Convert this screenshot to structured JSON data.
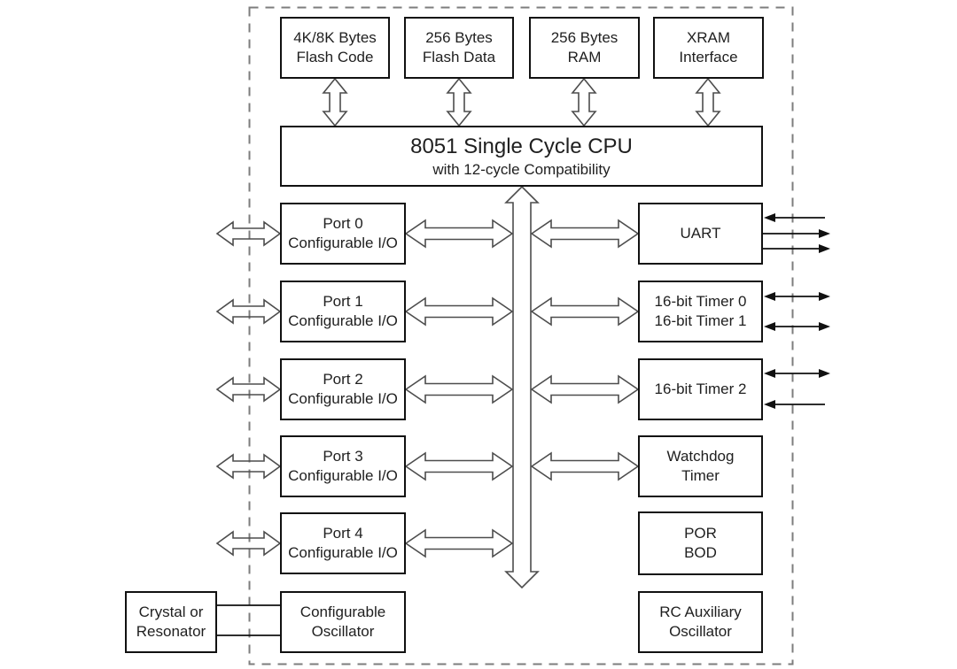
{
  "blocks": {
    "flash_code": {
      "line1": "4K/8K Bytes",
      "line2": "Flash Code"
    },
    "flash_data": {
      "line1": "256 Bytes",
      "line2": "Flash Data"
    },
    "ram": {
      "line1": "256 Bytes",
      "line2": "RAM"
    },
    "xram": {
      "line1": "XRAM",
      "line2": "Interface"
    },
    "cpu": {
      "line1": "8051 Single Cycle CPU",
      "line2": "with 12-cycle Compatibility"
    },
    "port0": {
      "line1": "Port 0",
      "line2": "Configurable I/O"
    },
    "port1": {
      "line1": "Port 1",
      "line2": "Configurable I/O"
    },
    "port2": {
      "line1": "Port 2",
      "line2": "Configurable I/O"
    },
    "port3": {
      "line1": "Port 3",
      "line2": "Configurable I/O"
    },
    "port4": {
      "line1": "Port 4",
      "line2": "Configurable I/O"
    },
    "uart": {
      "line1": "UART"
    },
    "timer01": {
      "line1": "16-bit Timer 0",
      "line2": "16-bit Timer 1"
    },
    "timer2": {
      "line1": "16-bit Timer 2"
    },
    "watchdog": {
      "line1": "Watchdog",
      "line2": "Timer"
    },
    "por_bod": {
      "line1": "POR",
      "line2": "BOD"
    },
    "rc_aux_osc": {
      "line1": "RC Auxiliary",
      "line2": "Oscillator"
    },
    "crystal": {
      "line1": "Crystal or",
      "line2": "Resonator"
    },
    "config_osc": {
      "line1": "Configurable",
      "line2": "Oscillator"
    }
  },
  "icons": {
    "bidirectional_outline_arrow": "double-headed open/outline arrow",
    "bus_arrow": "vertical double-headed open arrow between CPU and peripherals",
    "signal_in_arrow": "thin solid arrow pointing into block",
    "signal_out_arrow": "thin solid arrow pointing out of block",
    "bidirectional_signal_arrow": "thin solid double-headed arrow",
    "chip_boundary": "gray dashed rectangle marking the chip edge"
  },
  "colors": {
    "background": "#ffffff",
    "box_border": "#111111",
    "text": "#1f1f1f",
    "outline_arrow": "#4d4d4d",
    "solid_arrow": "#111111",
    "dashed_border": "#7d7d7d"
  }
}
